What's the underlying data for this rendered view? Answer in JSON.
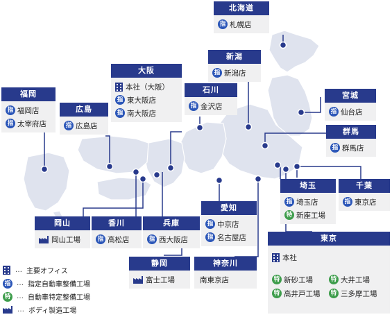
{
  "regions": {
    "hokkaido": {
      "title": "北海道",
      "items": [
        {
          "icon": "shitei",
          "label": "札幌店"
        }
      ]
    },
    "niigata": {
      "title": "新潟",
      "items": [
        {
          "icon": "shitei",
          "label": "新潟店"
        }
      ]
    },
    "osaka": {
      "title": "大阪",
      "items": [
        {
          "icon": "office",
          "label": "本社（大阪）"
        },
        {
          "icon": "shitei",
          "label": "東大阪店"
        },
        {
          "icon": "shitei",
          "label": "南大阪店"
        }
      ]
    },
    "ishikawa": {
      "title": "石川",
      "items": [
        {
          "icon": "shitei",
          "label": "金沢店"
        }
      ]
    },
    "fukuoka": {
      "title": "福岡",
      "items": [
        {
          "icon": "shitei",
          "label": "福岡店"
        },
        {
          "icon": "shitei",
          "label": "太宰府店"
        }
      ]
    },
    "hiroshima": {
      "title": "広島",
      "items": [
        {
          "icon": "shitei",
          "label": "広島店"
        }
      ]
    },
    "miyagi": {
      "title": "宮城",
      "items": [
        {
          "icon": "shitei",
          "label": "仙台店"
        }
      ]
    },
    "gunma": {
      "title": "群馬",
      "items": [
        {
          "icon": "shitei",
          "label": "群馬店"
        }
      ]
    },
    "saitama": {
      "title": "埼玉",
      "items": [
        {
          "icon": "shitei",
          "label": "埼玉店"
        },
        {
          "icon": "toku",
          "label": "新座工場"
        }
      ]
    },
    "chiba": {
      "title": "千葉",
      "items": [
        {
          "icon": "shitei",
          "label": "東京店"
        }
      ]
    },
    "okayama": {
      "title": "岡山",
      "items": [
        {
          "icon": "factory",
          "label": "岡山工場"
        }
      ]
    },
    "kagawa": {
      "title": "香川",
      "items": [
        {
          "icon": "shitei",
          "label": "高松店"
        }
      ]
    },
    "hyogo": {
      "title": "兵庫",
      "items": [
        {
          "icon": "shitei",
          "label": "西大阪店"
        }
      ]
    },
    "aichi": {
      "title": "愛知",
      "items": [
        {
          "icon": "shitei",
          "label": "中京店"
        },
        {
          "icon": "shitei",
          "label": "名古屋店"
        }
      ]
    },
    "tokyo": {
      "title": "東京",
      "items": [
        {
          "icon": "office",
          "label": "本社"
        },
        {
          "icon": "toku",
          "label": "新砂工場"
        },
        {
          "icon": "toku",
          "label": "大井工場"
        },
        {
          "icon": "toku",
          "label": "高井戸工場"
        },
        {
          "icon": "toku",
          "label": "三多摩工場"
        }
      ]
    },
    "shizuoka": {
      "title": "静岡",
      "items": [
        {
          "icon": "factory",
          "label": "富士工場"
        }
      ]
    },
    "kanagawa": {
      "title": "神奈川",
      "items": [
        {
          "icon": "none",
          "label": "南東京店"
        }
      ]
    }
  },
  "legend": {
    "separator": "…",
    "items": [
      {
        "icon": "office",
        "label": "主要オフィス"
      },
      {
        "icon": "shitei",
        "label": "指定自動車整備工場"
      },
      {
        "icon": "toku",
        "label": "自動車特定整備工場"
      },
      {
        "icon": "factory",
        "label": "ボディ製造工場"
      }
    ]
  },
  "icon_glyphs": {
    "shitei": "指",
    "toku": "特"
  },
  "colors": {
    "header": "#283a8c",
    "shitei": "#2b56b8",
    "toku": "#3e9d4c",
    "map": "#dfe3ee",
    "box": "#f0f0f1"
  }
}
